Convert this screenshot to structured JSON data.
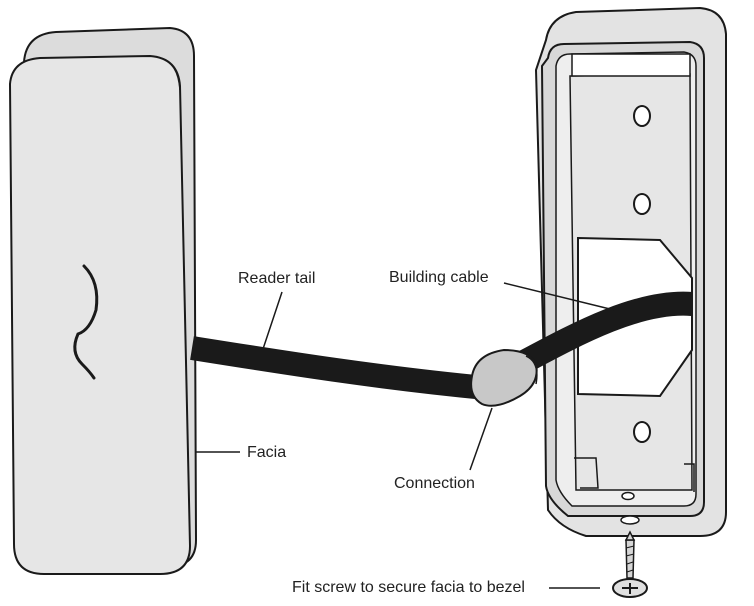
{
  "labels": {
    "reader_tail": "Reader tail",
    "building_cable": "Building cable",
    "facia": "Facia",
    "connection": "Connection",
    "fit_screw": "Fit screw to secure facia to bezel"
  },
  "colors": {
    "body_fill": "#e3e3e3",
    "outline": "#1a1a1a",
    "cable": "#1c1c1c",
    "connector": "#c4c4c4",
    "background": "#ffffff"
  }
}
